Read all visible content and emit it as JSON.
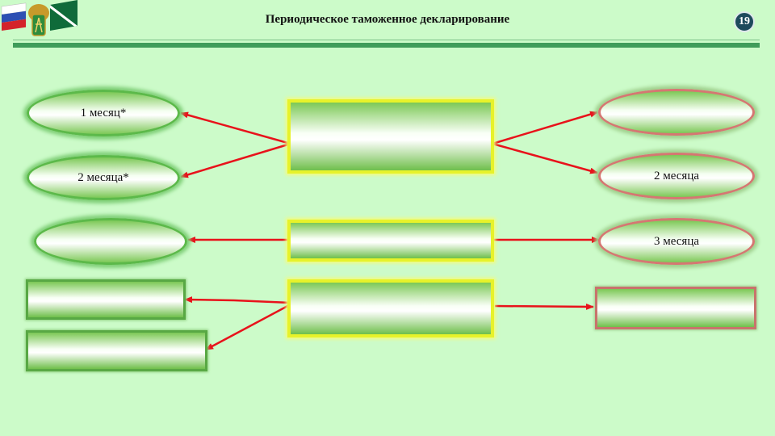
{
  "header": {
    "title": "Периодическое таможенное декларирование",
    "page_number": "19"
  },
  "left": {
    "oval1": "1 месяц*",
    "oval2": "2 месяца*",
    "oval3": "",
    "box1": "",
    "box2": ""
  },
  "center": {
    "box1": "",
    "box2": "",
    "box3": ""
  },
  "right": {
    "oval1": "",
    "oval2": "2 месяца",
    "oval3": "3 месяца",
    "box1": ""
  },
  "colors": {
    "background": "#ccfbc9",
    "arrow": "#e8121b",
    "header_bar": "#3f9c5a"
  }
}
